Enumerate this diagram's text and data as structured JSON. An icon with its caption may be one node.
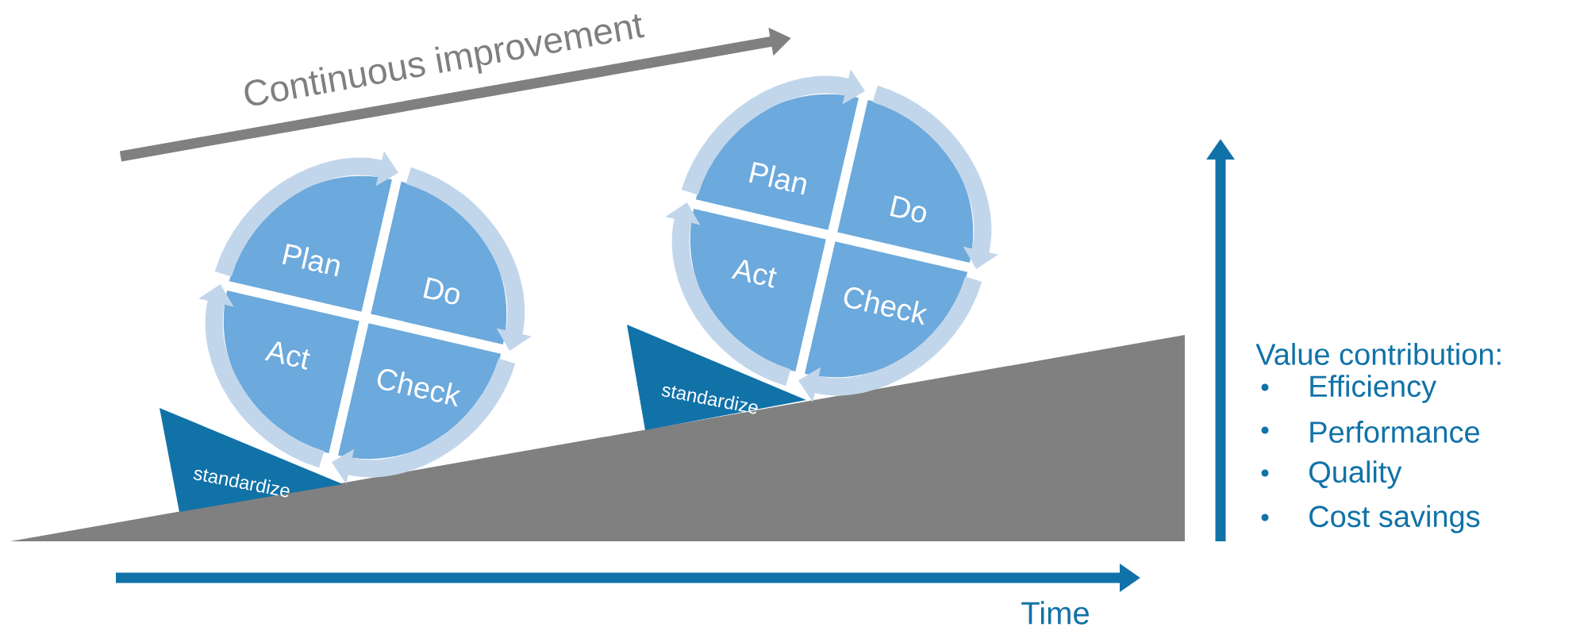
{
  "diagram": {
    "nodes": [
      {
        "text": [
          "Plan"
        ]
      },
      {
        "text": [
          "Do"
        ]
      },
      {
        "text": [
          "Check"
        ]
      },
      {
        "text": [
          "Act"
        ]
      },
      {
        "text": [
          "standardize"
        ]
      },
      {
        "text": [
          "Plan"
        ]
      },
      {
        "text": [
          "Do"
        ]
      },
      {
        "text": [
          "Check"
        ]
      },
      {
        "text": [
          "Act"
        ]
      },
      {
        "text": [
          "standardize"
        ]
      }
    ],
    "edges": [
      {
        "from": 0,
        "to": 1,
        "arrow": "to"
      },
      {
        "from": 1,
        "to": 2,
        "arrow": "to"
      },
      {
        "from": 2,
        "to": 3,
        "arrow": "to"
      },
      {
        "from": 3,
        "to": 0,
        "arrow": "to"
      },
      {
        "from": 5,
        "to": 6,
        "arrow": "to"
      },
      {
        "from": 6,
        "to": 7,
        "arrow": "to"
      },
      {
        "from": 7,
        "to": 8,
        "arrow": "to"
      },
      {
        "from": 8,
        "to": 5,
        "arrow": "to"
      }
    ],
    "labels": [
      "Continuous improvement",
      "Value contribution:",
      "Efficiency",
      "Performance",
      "Quality",
      "Cost savings",
      "Time"
    ]
  }
}
